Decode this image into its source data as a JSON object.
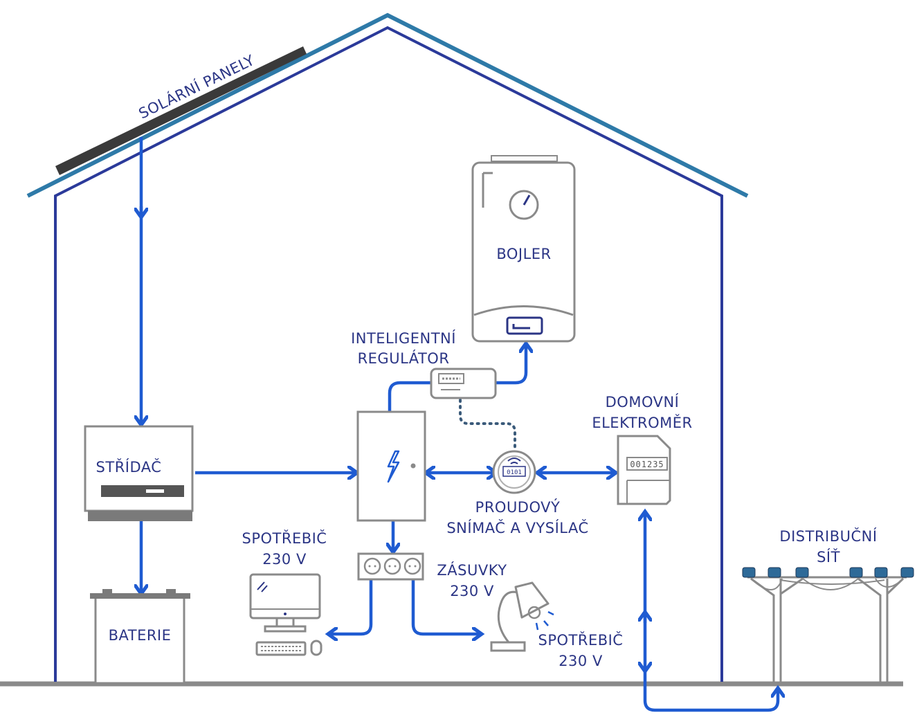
{
  "labels": {
    "solar_panels": "SOLÁRNÍ PANELY",
    "boiler": "BOJLER",
    "regulator_line1": "INTELIGENTNÍ",
    "regulator_line2": "REGULÁTOR",
    "meter_line1": "DOMOVNÍ",
    "meter_line2": "ELEKTROMĚR",
    "inverter": "STŘÍDAČ",
    "sensor_line1": "PROUDOVÝ",
    "sensor_line2": "SNÍMAČ A VYSÍLAČ",
    "consumer_left_line1": "SPOTŘEBIČ",
    "consumer_left_line2": "230 V",
    "sockets_line1": "ZÁSUVKY",
    "sockets_line2": "230 V",
    "consumer_right_line1": "SPOTŘEBIČ",
    "consumer_right_line2": "230 V",
    "grid_line1": "DISTRIBUČNÍ",
    "grid_line2": "SÍŤ",
    "battery": "BATERIE",
    "meter_reading": "001235",
    "sensor_display": "0101"
  },
  "colors": {
    "flow_line": "#1f5bd1",
    "roof": "#2e7aa8",
    "wall": "#2b3a9a",
    "device_outline": "#8a8a8a",
    "label_text": "#2b3585"
  },
  "icons": [
    "lightning-icon",
    "gauge-icon",
    "wifi-icon",
    "lamp-icon",
    "computer-icon"
  ]
}
